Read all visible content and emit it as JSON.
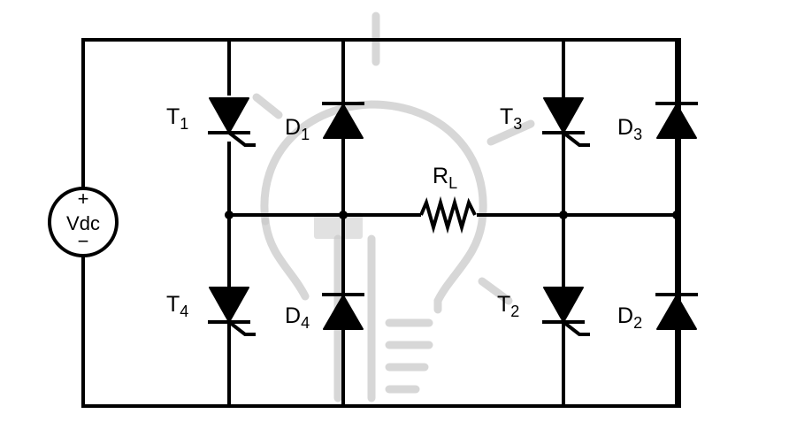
{
  "source": {
    "plus_sign": "+",
    "label": "Vdc",
    "minus_sign": "−"
  },
  "resistor": {
    "label_main": "R",
    "label_sub": "L"
  },
  "thyristors": [
    {
      "id": "T1",
      "main": "T",
      "sub": "1"
    },
    {
      "id": "T2",
      "main": "T",
      "sub": "2"
    },
    {
      "id": "T3",
      "main": "T",
      "sub": "3"
    },
    {
      "id": "T4",
      "main": "T",
      "sub": "4"
    }
  ],
  "diodes": [
    {
      "id": "D1",
      "main": "D",
      "sub": "1"
    },
    {
      "id": "D2",
      "main": "D",
      "sub": "2"
    },
    {
      "id": "D3",
      "main": "D",
      "sub": "3"
    },
    {
      "id": "D4",
      "main": "D",
      "sub": "4"
    }
  ]
}
